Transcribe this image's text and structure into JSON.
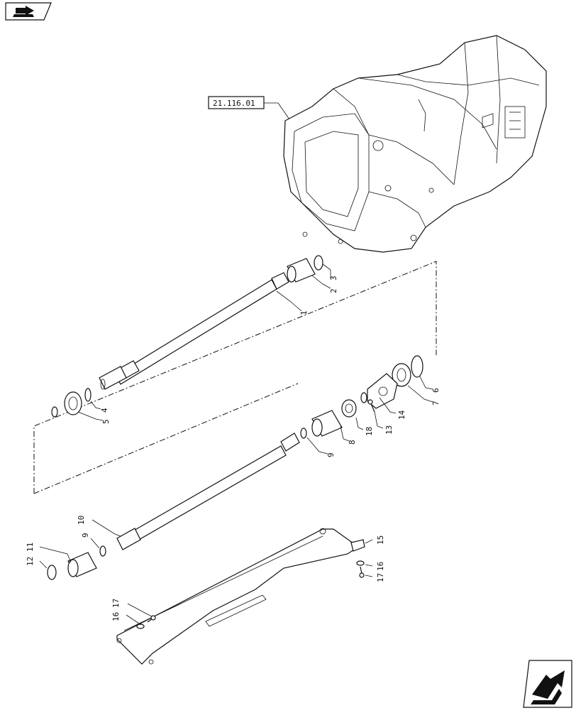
{
  "diagram": {
    "reference_label": "21.116.01",
    "callouts": [
      {
        "id": "c1",
        "text": "1"
      },
      {
        "id": "c2",
        "text": "2"
      },
      {
        "id": "c3",
        "text": "3"
      },
      {
        "id": "c4",
        "text": "4"
      },
      {
        "id": "c5",
        "text": "5"
      },
      {
        "id": "c6",
        "text": "6"
      },
      {
        "id": "c7",
        "text": "7"
      },
      {
        "id": "c8",
        "text": "8"
      },
      {
        "id": "c9a",
        "text": "9"
      },
      {
        "id": "c9b",
        "text": "9"
      },
      {
        "id": "c10",
        "text": "10"
      },
      {
        "id": "c11",
        "text": "11"
      },
      {
        "id": "c12",
        "text": "12"
      },
      {
        "id": "c13",
        "text": "13"
      },
      {
        "id": "c14",
        "text": "14"
      },
      {
        "id": "c15",
        "text": "15"
      },
      {
        "id": "c16a",
        "text": "16"
      },
      {
        "id": "c16b",
        "text": "16"
      },
      {
        "id": "c17a",
        "text": "17"
      },
      {
        "id": "c17b",
        "text": "17"
      },
      {
        "id": "c18",
        "text": "18"
      }
    ]
  },
  "icons": {
    "top_left": "book-arrow-icon",
    "bottom_right": "next-page-arrow-icon"
  }
}
